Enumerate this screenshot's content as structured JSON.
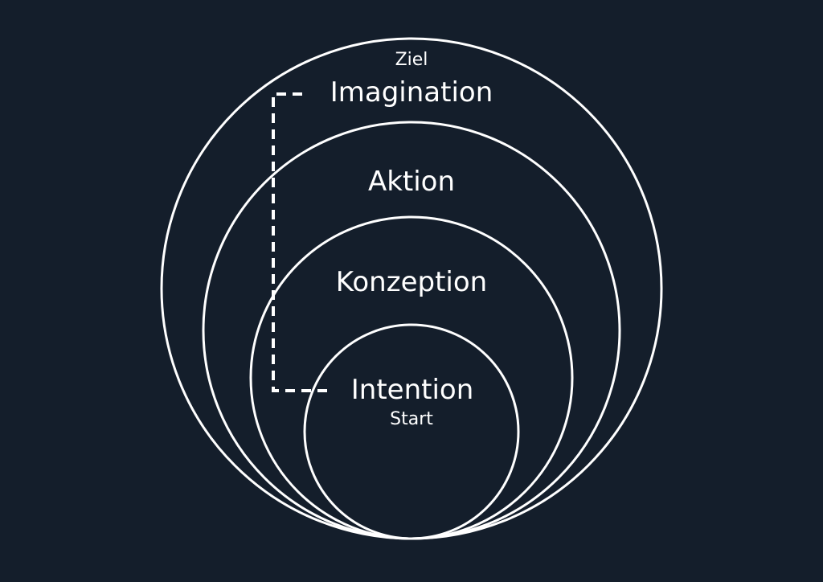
{
  "colors": {
    "background": "#141e2b",
    "stroke": "#ffffff",
    "text": "#ffffff"
  },
  "labels": {
    "goal": "Ziel",
    "imagination": "Imagination",
    "action": "Aktion",
    "conception": "Konzeption",
    "intention": "Intention",
    "start": "Start"
  }
}
